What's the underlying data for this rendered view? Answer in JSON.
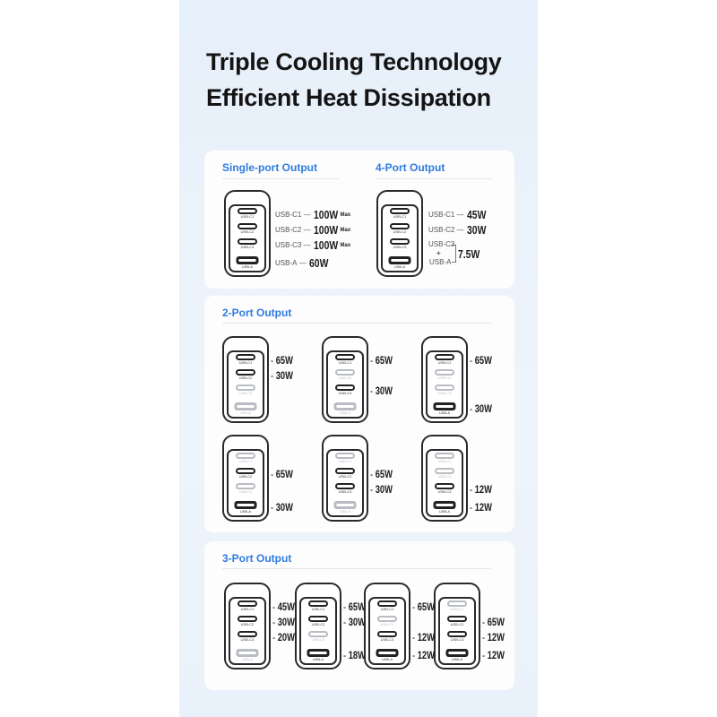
{
  "title_line1": "Triple Cooling Technology",
  "title_line2": "Efficient Heat Dissipation",
  "single_port": {
    "heading": "Single-port Output",
    "dash": "—",
    "rows": [
      {
        "port": "USB-C1",
        "watt": "100W",
        "suffix": "Max"
      },
      {
        "port": "USB-C2",
        "watt": "100W",
        "suffix": "Max"
      },
      {
        "port": "USB-C3",
        "watt": "100W",
        "suffix": "Max"
      },
      {
        "port": "USB-A",
        "watt": "60W",
        "suffix": ""
      }
    ]
  },
  "four_port": {
    "heading": "4-Port Output",
    "dash": "—",
    "rows": [
      {
        "port": "USB-C1",
        "watt": "45W"
      },
      {
        "port": "USB-C2",
        "watt": "30W"
      }
    ],
    "combined": {
      "port_a": "USB-C3",
      "plus": "+",
      "port_b": "USB-A",
      "watt": "7.5W"
    }
  },
  "port_names": [
    "USB-C1",
    "USB-C2",
    "USB-C3",
    "USB-A"
  ],
  "two_port": {
    "heading": "2-Port Output",
    "chargers": [
      {
        "watts": [
          "65W",
          "30W",
          null,
          null
        ]
      },
      {
        "watts": [
          "65W",
          null,
          "30W",
          null
        ]
      },
      {
        "watts": [
          "65W",
          null,
          null,
          "30W"
        ]
      },
      {
        "watts": [
          null,
          "65W",
          null,
          "30W"
        ]
      },
      {
        "watts": [
          null,
          "65W",
          "30W",
          null
        ]
      },
      {
        "watts": [
          null,
          null,
          "12W",
          "12W"
        ]
      }
    ]
  },
  "three_port": {
    "heading": "3-Port Output",
    "chargers": [
      {
        "watts": [
          "45W",
          "30W",
          "20W",
          null
        ]
      },
      {
        "watts": [
          "65W",
          "30W",
          null,
          "18W"
        ]
      },
      {
        "watts": [
          "65W",
          null,
          "12W",
          "12W"
        ]
      },
      {
        "watts": [
          null,
          "65W",
          "12W",
          "12W"
        ]
      }
    ]
  }
}
